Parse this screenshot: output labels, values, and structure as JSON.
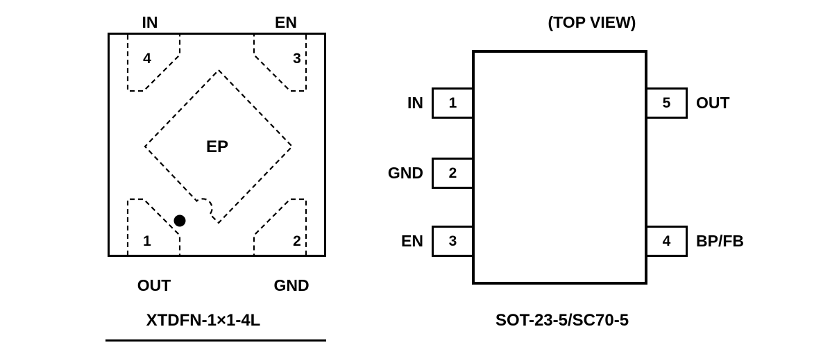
{
  "colors": {
    "ink": "#000000",
    "background": "#ffffff"
  },
  "xtdfn": {
    "caption": "XTDFN-1×1-4L",
    "ep_label": "EP",
    "pins": {
      "top_left": {
        "num": "4",
        "label": "IN"
      },
      "top_right": {
        "num": "3",
        "label": "EN"
      },
      "bottom_left": {
        "num": "1",
        "label": "OUT"
      },
      "bottom_right": {
        "num": "2",
        "label": "GND"
      }
    }
  },
  "sot": {
    "title": "(TOP VIEW)",
    "caption": "SOT-23-5/SC70-5",
    "left_pins": [
      {
        "num": "1",
        "label": "IN"
      },
      {
        "num": "2",
        "label": "GND"
      },
      {
        "num": "3",
        "label": "EN"
      }
    ],
    "right_pins": [
      {
        "num": "5",
        "label": "OUT"
      },
      {
        "num": "4",
        "label": "BP/FB"
      }
    ]
  }
}
